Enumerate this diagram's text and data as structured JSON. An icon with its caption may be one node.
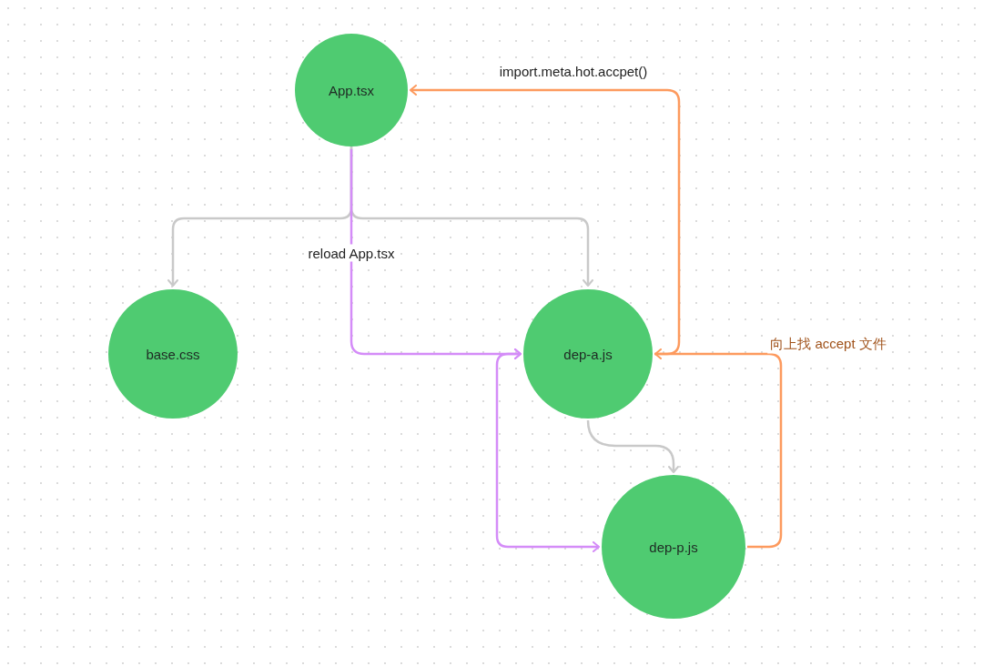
{
  "diagram": {
    "nodes": [
      {
        "text": [
          "App.tsx"
        ]
      },
      {
        "text": [
          "base.css"
        ]
      },
      {
        "text": [
          "dep-a.js"
        ]
      },
      {
        "text": [
          "dep-p.js"
        ]
      }
    ],
    "edges": [
      {
        "from": 0,
        "to": 1,
        "arrow": "to"
      },
      {
        "from": 0,
        "to": 2,
        "arrow": "to"
      },
      {
        "from": 0,
        "to": 2,
        "arrow": "to",
        "label": "reload App.tsx",
        "color": "#d48cf8"
      },
      {
        "from": 2,
        "to": 3,
        "arrow": "both",
        "color": "#d48cf8"
      },
      {
        "from": 2,
        "to": 3,
        "arrow": "to"
      },
      {
        "from": 3,
        "to": 2,
        "arrow": "to",
        "label": "向上找 accept 文件",
        "color": "#fd9a5e"
      },
      {
        "from": 2,
        "to": 0,
        "arrow": "to",
        "label": "import.meta.hot.accpet()",
        "color": "#fd9a5e"
      }
    ]
  }
}
